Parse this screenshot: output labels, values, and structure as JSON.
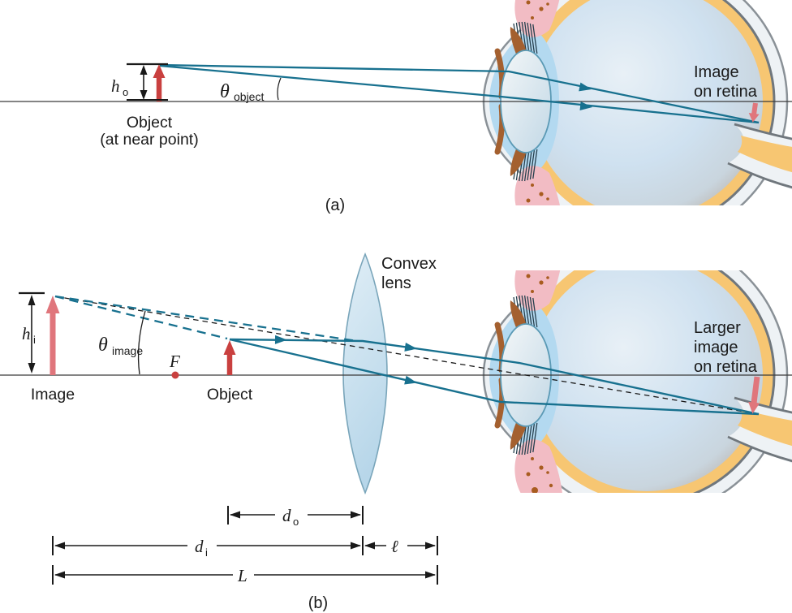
{
  "figure_type": "optics-diagram-simple-magnifier",
  "colors": {
    "ray_teal": "#18718f",
    "object_arrow_red": "#c9403f",
    "image_arrow_pink": "#e0767c",
    "axis_black": "#3a3a3a",
    "dimension_black": "#1a1a1a",
    "lens_fill_top": "#e0eef6",
    "lens_fill_bottom": "#b7d6e9",
    "lens_stroke": "#79a5ba",
    "sclera_white": "#eef2f5",
    "sclera_stroke": "#8a9197",
    "retina_yellow": "#f7c672",
    "choroid_gray": "#70777d",
    "vitreous_blue": "#cfe1f0",
    "iris_brown": "#a4602f",
    "ciliary_pink": "#f2bcc4",
    "aqueous_blue": "#b3d9f0"
  },
  "panel_a": {
    "caption": "(a)",
    "object_height": {
      "base": "h",
      "sub": "o"
    },
    "angle": {
      "base": "θ",
      "sub": "object"
    },
    "object_label": [
      "Object",
      "(at near point)"
    ],
    "retina_label": [
      "Image",
      "on retina"
    ]
  },
  "panel_b": {
    "caption": "(b)",
    "image_height": {
      "base": "h",
      "sub": "i"
    },
    "angle": {
      "base": "θ",
      "sub": "image"
    },
    "focal_point": "F",
    "image_label": "Image",
    "object_label": "Object",
    "lens_label": [
      "Convex",
      "lens"
    ],
    "retina_label": [
      "Larger",
      "image",
      "on retina"
    ],
    "dims": {
      "d_o": {
        "base": "d",
        "sub": "o"
      },
      "d_i": {
        "base": "d",
        "sub": "i"
      },
      "ell": "ℓ",
      "L": "L"
    }
  }
}
